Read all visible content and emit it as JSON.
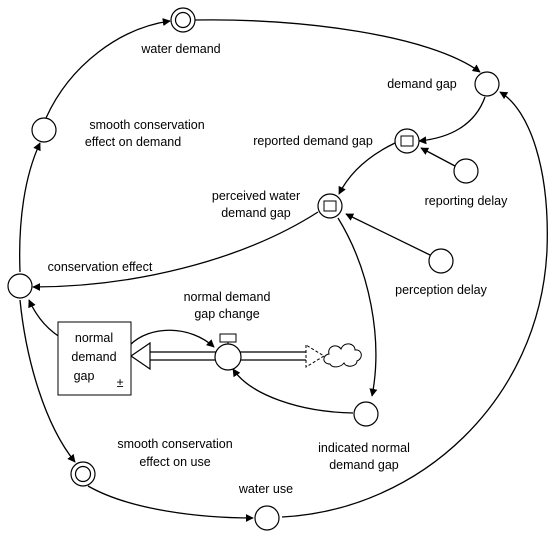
{
  "diagram": {
    "labels": {
      "water_demand": "water demand",
      "demand_gap": "demand gap",
      "smooth_effect_demand_1": "smooth conservation",
      "smooth_effect_demand_2": "effect on demand",
      "reported_demand_gap": "reported demand gap",
      "perceived_gap_1": "perceived water",
      "perceived_gap_2": "demand gap",
      "reporting_delay": "reporting delay",
      "conservation_effect": "conservation effect",
      "normal_change_1": "normal demand",
      "normal_change_2": "gap change",
      "perception_delay": "perception delay",
      "stock_1": "normal",
      "stock_2": "demand",
      "stock_3": "gap",
      "stock_sign": "±",
      "indicated_1": "indicated normal",
      "indicated_2": "demand gap",
      "smooth_effect_use_1": "smooth conservation",
      "smooth_effect_use_2": "effect on use",
      "water_use": "water use"
    }
  }
}
